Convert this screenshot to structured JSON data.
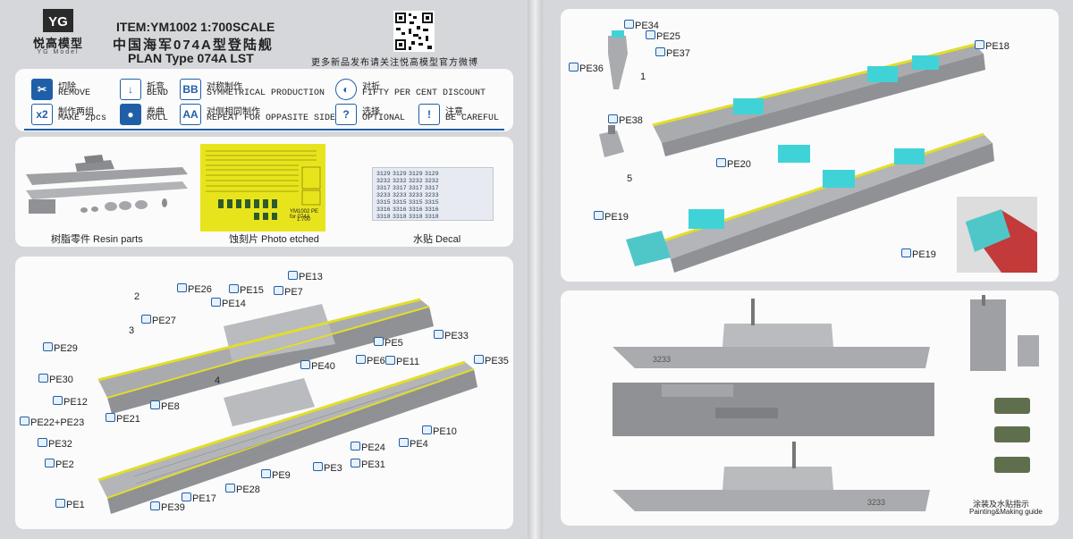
{
  "brand": {
    "logo_glyph": "YG",
    "name_cn": "悦高模型",
    "name_en": "YG Model"
  },
  "header": {
    "item_line": "ITEM:YM1002 1:700SCALE",
    "title_cn": "中国海军074A型登陆舰",
    "title_en": "PLAN Type 074A LST",
    "weibo_note": "更多新品发布请关注悦高模型官方微博"
  },
  "legend": [
    {
      "icon": "remove-icon",
      "glyph": "✂",
      "cn": "切除",
      "en": "REMOVE"
    },
    {
      "icon": "bend-icon",
      "glyph": "↓",
      "cn": "折弯",
      "en": "BEND"
    },
    {
      "icon": "symmetrical-icon",
      "glyph": "BB",
      "cn": "对称制作",
      "en": "SYMMETRICAL PRODUCTION"
    },
    {
      "icon": "half-discount-icon",
      "glyph": "◐",
      "cn": "对折",
      "en": "FIFTY PER CENT DISCOUNT"
    },
    {
      "icon": "make-2pcs-icon",
      "glyph": "x2",
      "cn": "制作两组",
      "en": "MAKE 2pcs"
    },
    {
      "icon": "roll-icon",
      "glyph": "●",
      "cn": "卷曲",
      "en": "ROLL"
    },
    {
      "icon": "repeat-opposite-icon",
      "glyph": "AA",
      "cn": "对侧相同制作",
      "en": "REPEAT FOR OPPASITE SIDE"
    },
    {
      "icon": "optional-icon",
      "glyph": "?",
      "cn": "选择",
      "en": "OPTIONAL"
    },
    {
      "icon": "careful-icon",
      "glyph": "!",
      "cn": "注意",
      "en": "BE CAREFUL"
    }
  ],
  "parts": {
    "resin_caption": "树脂零件  Resin parts",
    "pe_caption": "蚀刻片  Photo etched",
    "decal_caption": "水贴  Decal",
    "pe_sheet_text": "YM1002 PE for 074A",
    "pe_sheet_scale": "1:700",
    "decal_numbers": [
      [
        "3129",
        "3129",
        "3129",
        "3129"
      ],
      [
        "3232",
        "3232",
        "3232",
        "3232"
      ],
      [
        "3317",
        "3317",
        "3317",
        "3317"
      ],
      [
        "3233",
        "3233",
        "3233",
        "3233"
      ],
      [
        "3315",
        "3315",
        "3315",
        "3315"
      ],
      [
        "3316",
        "3316",
        "3316",
        "3316"
      ],
      [
        "3318",
        "3318",
        "3318",
        "3318"
      ]
    ]
  },
  "left_labels": [
    "PE13",
    "2",
    "PE26",
    "PE15",
    "PE7",
    "PE14",
    "PE27",
    "3",
    "PE5",
    "PE33",
    "PE29",
    "PE30",
    "4",
    "PE12",
    "PE40",
    "PE6",
    "PE11",
    "PE35",
    "PE8",
    "PE22+PE23",
    "PE21",
    "PE10",
    "PE32",
    "PE4",
    "PE24",
    "PE2",
    "PE31",
    "PE3",
    "PE9",
    "PE28",
    "PE17",
    "PE1",
    "PE39"
  ],
  "right_labels": [
    "PE34",
    "PE25",
    "PE37",
    "PE36",
    "1",
    "PE18",
    "PE38",
    "5",
    "PE20",
    "PE19",
    "PE19"
  ],
  "guide": {
    "cn": "涂装及水贴指示",
    "en": "Painting&Making guide",
    "hull_number": "3233"
  },
  "colors": {
    "accent": "#1f5fa8",
    "pe_yellow": "#e8e41c",
    "vehicle_cyan": "#3fd3d8",
    "hull_gray": "#9ea0a3"
  }
}
